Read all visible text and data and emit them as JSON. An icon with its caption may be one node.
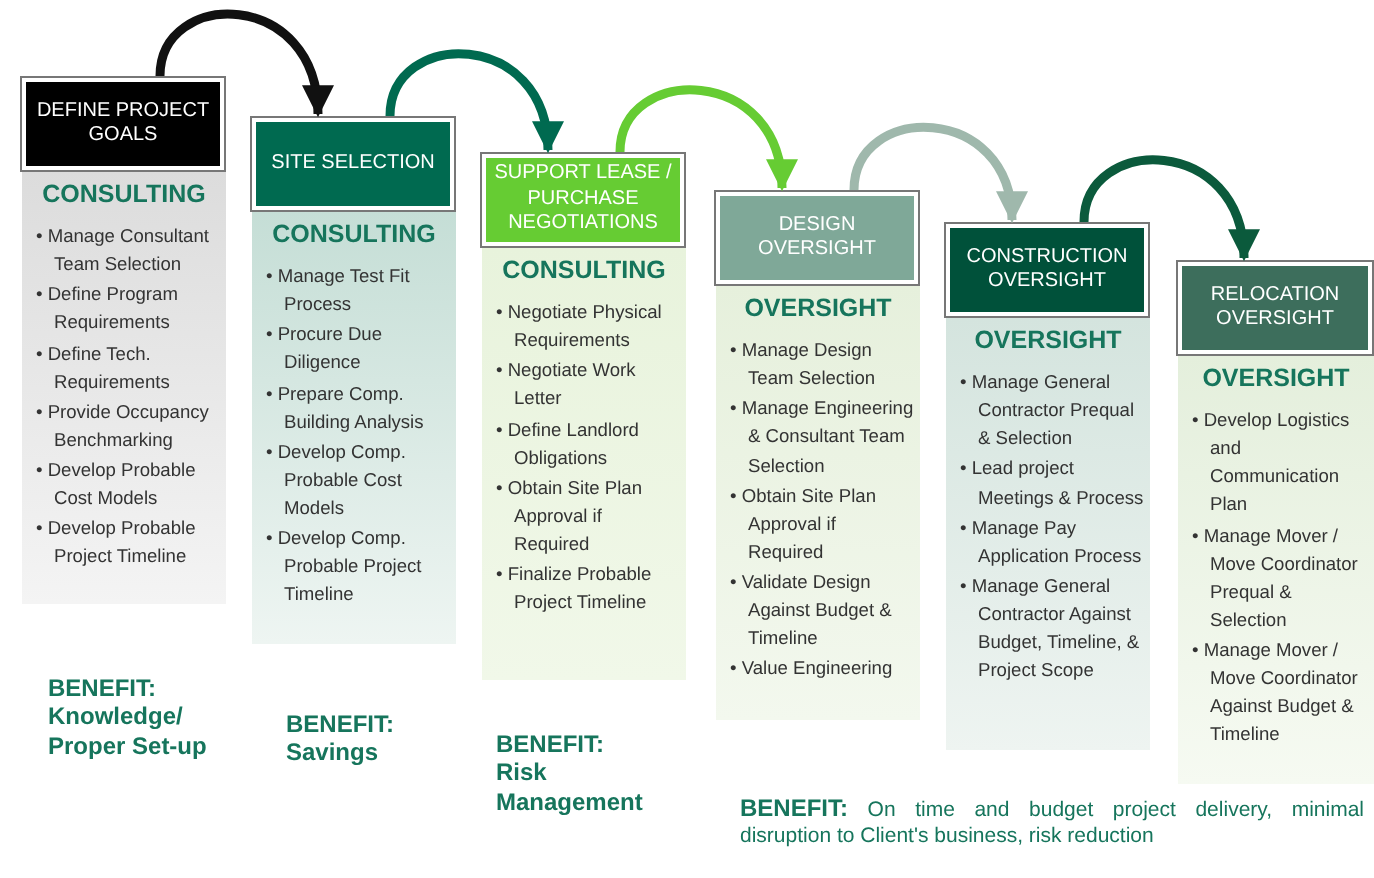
{
  "diagram": {
    "nodes": [
      {
        "text": [
          "DEFINE PROJECT GOALS"
        ]
      },
      {
        "text": [
          "CONSULTING",
          "• Manage Consultant Team Selection",
          "• Define Program Requirements",
          "• Define Tech. Requirements",
          "• Provide Occupancy Benchmarking",
          "• Develop Probable Cost Models",
          "• Develop Probable Project Timeline"
        ]
      },
      {
        "text": [
          "SITE SELECTION"
        ]
      },
      {
        "text": [
          "CONSULTING",
          "• Manage Test Fit Process",
          "• Procure Due Diligence",
          "• Prepare Comp. Building Analysis",
          "• Develop Comp. Probable Cost Models",
          "• Develop Comp. Probable Project Timeline"
        ]
      },
      {
        "text": [
          "SUPPORT LEASE / PURCHASE NEGOTIATIONS"
        ]
      },
      {
        "text": [
          "CONSULTING",
          "• Negotiate Physical Requirements",
          "• Negotiate Work Letter",
          "• Define Landlord Obligations",
          "• Obtain Site Plan Approval if Required",
          "• Finalize Probable Project Timeline"
        ]
      },
      {
        "text": [
          "DESIGN OVERSIGHT"
        ]
      },
      {
        "text": [
          "OVERSIGHT",
          "• Manage Design Team Selection",
          "• Manage Engineering & Consultant Team Selection",
          "• Obtain Site Plan Approval if Required",
          "• Validate Design Against Budget & Timeline",
          "• Value Engineering"
        ]
      },
      {
        "text": [
          "CONSTRUCTION OVERSIGHT"
        ]
      },
      {
        "text": [
          "OVERSIGHT",
          "• Manage General Contractor Prequal & Selection",
          "• Lead project Meetings & Process",
          "• Manage Pay Application Process",
          "• Manage General Contractor Against Budget, Timeline, & Project Scope"
        ]
      },
      {
        "text": [
          "RELOCATION OVERSIGHT"
        ]
      },
      {
        "text": [
          "OVERSIGHT",
          "• Develop Logistics and Communication Plan",
          "• Manage Mover / Move Coordinator Prequal & Selection",
          "• Manage Mover / Move Coordinator Against Budget & Timeline"
        ]
      }
    ],
    "edges": [
      {
        "from": 0,
        "to": 2,
        "arrow": "to",
        "color": "#111111"
      },
      {
        "from": 2,
        "to": 4,
        "arrow": "to",
        "color": "#006a50"
      },
      {
        "from": 4,
        "to": 6,
        "arrow": "to",
        "color": "#66cc33"
      },
      {
        "from": 6,
        "to": 8,
        "arrow": "to",
        "color": "#9fb8ac"
      },
      {
        "from": 8,
        "to": 10,
        "arrow": "to",
        "color": "#0b5a3c"
      }
    ],
    "labels": [
      "BENEFIT: Knowledge/ Proper Set-up",
      "BENEFIT: Savings",
      "BENEFIT: Risk Management",
      "**BENEFIT:** On time and budget project delivery, minimal disruption to Client's business, risk reduction"
    ]
  }
}
